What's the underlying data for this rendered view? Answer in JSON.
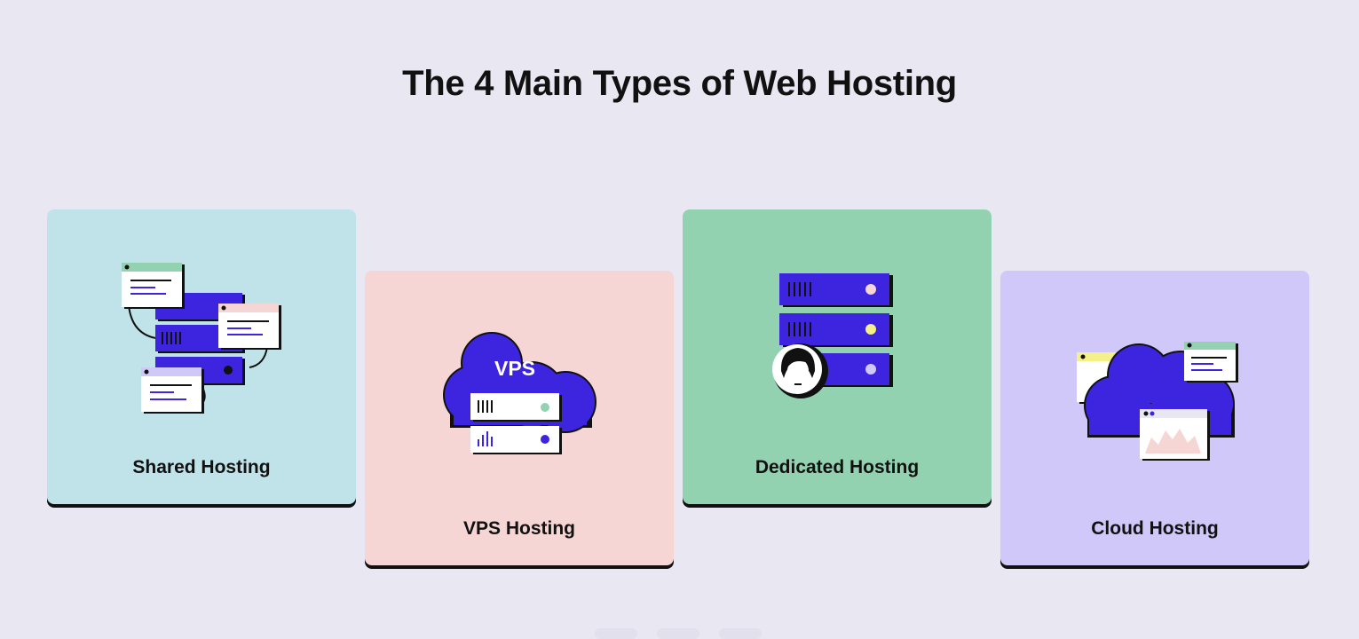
{
  "title": "The 4 Main Types of Web Hosting",
  "colors": {
    "background": "#e9e7f2",
    "shared": "#c0e3ea",
    "vps": "#f6d5d5",
    "dedicated": "#92d2b0",
    "cloud": "#d0c8f8",
    "accent": "#3d25e0"
  },
  "cards": [
    {
      "label": "Shared Hosting",
      "icon": "shared-servers-icon"
    },
    {
      "label": "VPS Hosting",
      "icon": "vps-cloud-icon",
      "badge": "VPS"
    },
    {
      "label": "Dedicated Hosting",
      "icon": "dedicated-server-icon"
    },
    {
      "label": "Cloud Hosting",
      "icon": "cloud-network-icon"
    }
  ]
}
